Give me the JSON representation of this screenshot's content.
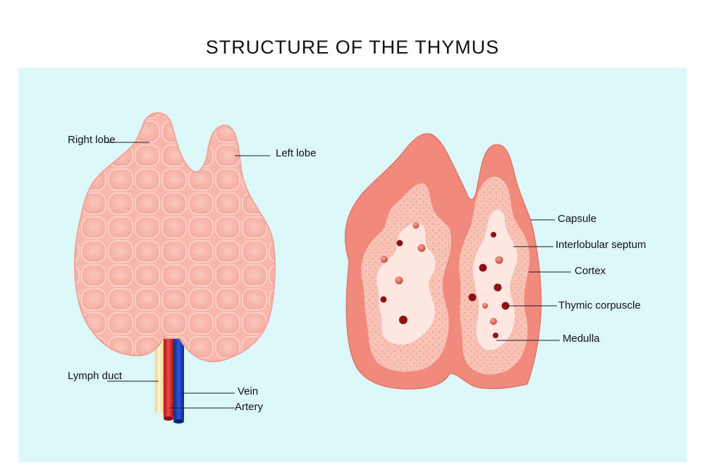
{
  "title": "STRUCTURE OF THE THYMUS",
  "colors": {
    "background": "#dcf8fb",
    "gland": "#f9b6ac",
    "capsule": "#f08a7d",
    "cortex": "#f9c2b6",
    "medulla": "#fde7e0",
    "corpuscle": "#9b1218",
    "vein": "#1c3db4",
    "artery": "#d7262a",
    "lymph_duct": "#fbe6a8"
  },
  "labels": {
    "right_lobe": "Right lobe",
    "left_lobe": "Left lobe",
    "lymph_duct": "Lymph duct",
    "vein": "Vein",
    "artery": "Artery",
    "capsule": "Capsule",
    "interlobular_septum": "Interlobular septum",
    "cortex": "Cortex",
    "thymic_corpuscle": "Thymic corpuscle",
    "medulla": "Medulla"
  }
}
